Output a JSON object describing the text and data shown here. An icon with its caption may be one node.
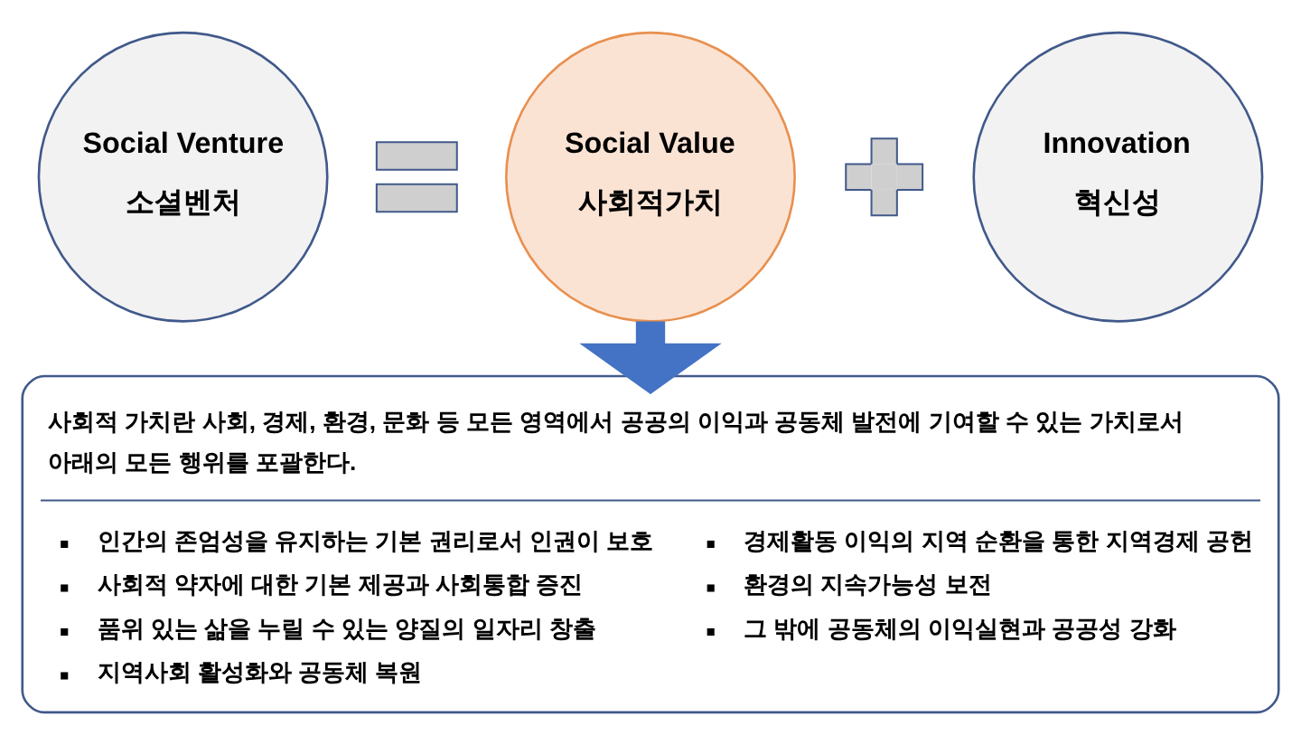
{
  "diagram": {
    "nodes": [
      {
        "text": [
          "Social Venture",
          "소셜벤처"
        ]
      },
      {
        "text": [],
        "shape": "equals"
      },
      {
        "text": [
          "Social Value",
          "사회적가치"
        ]
      },
      {
        "text": [],
        "shape": "plus"
      },
      {
        "text": [
          "Innovation",
          "혁신성"
        ]
      },
      {
        "text": [
          "사회적 가치란 사회, 경제, 환경, 문화 등 모든 영역에서 공공의 이익과 공동체 발전에 기여할 수 있는 가치로서 아래의 모든 행위를 포괄한다.",
          "인간의 존엄성을 유지하는 기본 권리로서 인권이 보호",
          "사회적 약자에 대한 기본 제공과 사회통합 증진",
          "품위 있는 삶을 누릴 수 있는 양질의 일자리 창출",
          "지역사회 활성화와 공동체 복원",
          "경제활동 이익의 지역 순환을 통한 지역경제 공헌",
          "환경의 지속가능성 보전",
          "그 밖에 공동체의 이익실현과 공공성 강화"
        ]
      }
    ],
    "edges": [
      {
        "from": 2,
        "to": 5,
        "arrow": "to",
        "color": "#4472c4"
      }
    ]
  }
}
